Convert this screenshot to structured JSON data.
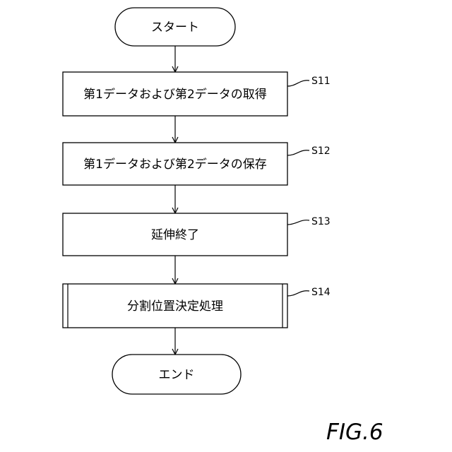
{
  "flowchart": {
    "start": {
      "text": "スタート"
    },
    "steps": [
      {
        "id": "S11",
        "text": "第1データおよび第2データの取得",
        "type": "process"
      },
      {
        "id": "S12",
        "text": "第1データおよび第2データの保存",
        "type": "process"
      },
      {
        "id": "S13",
        "text": "延伸終了",
        "type": "process"
      },
      {
        "id": "S14",
        "text": "分割位置決定処理",
        "type": "predefined-process"
      }
    ],
    "end": {
      "text": "エンド"
    }
  },
  "figure_label": "FIG.6"
}
